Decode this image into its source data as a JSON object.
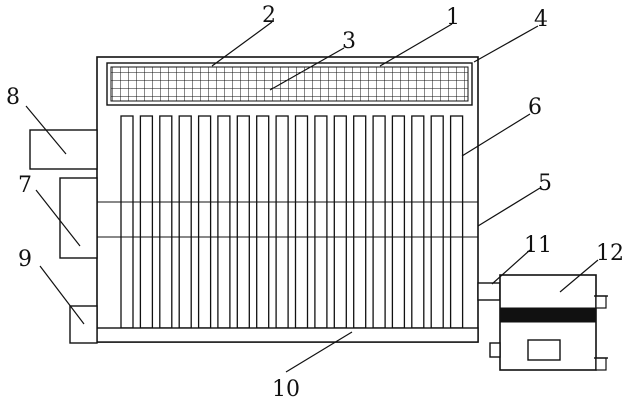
{
  "labels": [
    {
      "id": "1",
      "text": "1"
    },
    {
      "id": "2",
      "text": "2"
    },
    {
      "id": "3",
      "text": "3"
    },
    {
      "id": "4",
      "text": "4"
    },
    {
      "id": "5",
      "text": "5"
    },
    {
      "id": "6",
      "text": "6"
    },
    {
      "id": "7",
      "text": "7"
    },
    {
      "id": "8",
      "text": "8"
    },
    {
      "id": "9",
      "text": "9"
    },
    {
      "id": "10",
      "text": "10"
    },
    {
      "id": "11",
      "text": "11"
    },
    {
      "id": "12",
      "text": "12"
    }
  ],
  "plate_count": 18,
  "colors": {
    "stroke": "#111111",
    "background": "#ffffff"
  }
}
